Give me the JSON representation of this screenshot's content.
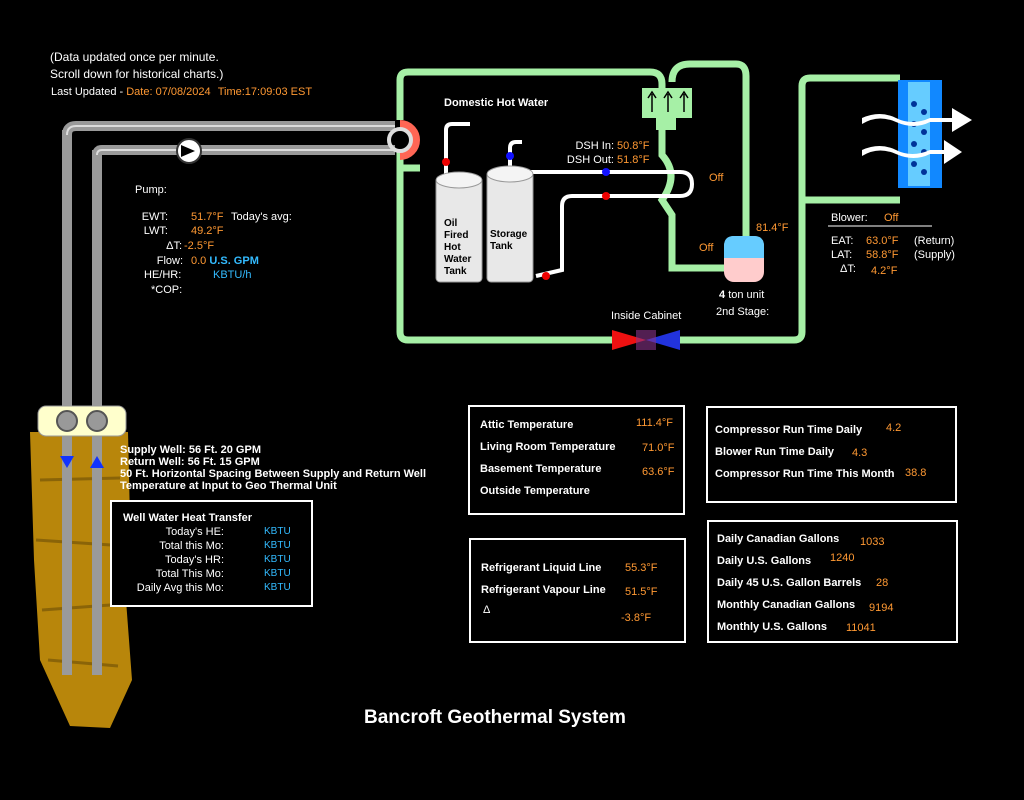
{
  "header": {
    "note_line1": "(Data updated once per minute.",
    "note_line2": "Scroll down for historical charts.)",
    "last_updated_label": "Last Updated -",
    "date_label": "Date:",
    "date_value": "07/08/2024",
    "time_label": "Time:",
    "time_value": "17:09:03 EST"
  },
  "pump": {
    "title": "Pump:",
    "ewt_label": "EWT:",
    "ewt_value": "51.7°F",
    "todays_avg_label": "Today's avg:",
    "lwt_label": "LWT:",
    "lwt_value": "49.2°F",
    "dt_label": "ΔT:",
    "dt_value": "-2.5°F",
    "flow_label": "Flow:",
    "flow_value": "0.0",
    "flow_unit": "U.S. GPM",
    "hehr_label": "HE/HR:",
    "hehr_unit": "KBTU/h",
    "cop_label": "*COP:"
  },
  "dhw": {
    "title": "Domestic Hot Water",
    "oil_tank": [
      "Oil",
      "Fired",
      "Hot",
      "Water",
      "Tank"
    ],
    "storage_tank": [
      "Storage",
      "Tank"
    ],
    "dsh_in_label": "DSH In:",
    "dsh_in_value": "50.8°F",
    "dsh_out_label": "DSH Out:",
    "dsh_out_value": "51.8°F",
    "dsh_state": "Off"
  },
  "unit": {
    "state": "Off",
    "temp": "81.4°F",
    "name_num": "4",
    "name_rest": "ton unit",
    "stage_label": "2nd Stage:",
    "cabinet_label": "Inside Cabinet"
  },
  "blower": {
    "label": "Blower:",
    "state": "Off",
    "eat_label": "EAT:",
    "eat_value": "63.0°F",
    "eat_note": "(Return)",
    "lat_label": "LAT:",
    "lat_value": "58.8°F",
    "lat_note": "(Supply)",
    "dt_label": "ΔT:",
    "dt_value": "4.2°F"
  },
  "wells": {
    "supply": "Supply Well: 56 Ft. 20 GPM",
    "return": "Return Well: 56 Ft. 15 GPM",
    "spacing": "50 Ft. Horizontal Spacing Between Supply and Return Well",
    "temp_note": "Temperature at Input to Geo Thermal Unit"
  },
  "well_heat": {
    "title": "Well Water Heat Transfer",
    "rows": [
      {
        "label": "Today's HE:",
        "unit": "KBTU"
      },
      {
        "label": "Total this Mo:",
        "unit": "KBTU"
      },
      {
        "label": "Today's HR:",
        "unit": "KBTU"
      },
      {
        "label": "Total This Mo:",
        "unit": "KBTU"
      },
      {
        "label": "Daily Avg this Mo:",
        "unit": "KBTU"
      }
    ]
  },
  "temps": {
    "rows": [
      {
        "label": "Attic Temperature",
        "value": "111.4°F"
      },
      {
        "label": "Living Room Temperature",
        "value": "71.0°F"
      },
      {
        "label": "Basement Temperature",
        "value": "63.6°F"
      },
      {
        "label": "Outside Temperature",
        "value": ""
      }
    ]
  },
  "runtime": {
    "rows": [
      {
        "label": "Compressor Run Time Daily",
        "value": "4.2"
      },
      {
        "label": "Blower Run Time Daily",
        "value": "4.3"
      },
      {
        "label": "Compressor Run Time This Month",
        "value": "38.8"
      }
    ]
  },
  "refrigerant": {
    "liquid_label": "Refrigerant Liquid Line",
    "liquid_value": "55.3°F",
    "vapour_label": "Refrigerant Vapour Line",
    "vapour_value": "51.5°F",
    "dt_label": "Δ",
    "dt_value": "-3.8°F"
  },
  "gallons": {
    "rows": [
      {
        "label": "Daily Canadian Gallons",
        "value": "1033"
      },
      {
        "label": "Daily U.S. Gallons",
        "value": "1240"
      },
      {
        "label": "Daily 45 U.S. Gallon Barrels",
        "value": "28"
      },
      {
        "label": "Monthly Canadian Gallons",
        "value": "9194"
      },
      {
        "label": "Monthly U.S. Gallons",
        "value": "11041"
      }
    ]
  },
  "footer": {
    "title": "Bancroft Geothermal System"
  },
  "colors": {
    "loop_green": "#a6f0a6",
    "pipe_gray": "#9a9a9a",
    "earth_gold": "#b8860b",
    "value_orange": "#ff9933",
    "value_blue": "#33bbff"
  }
}
